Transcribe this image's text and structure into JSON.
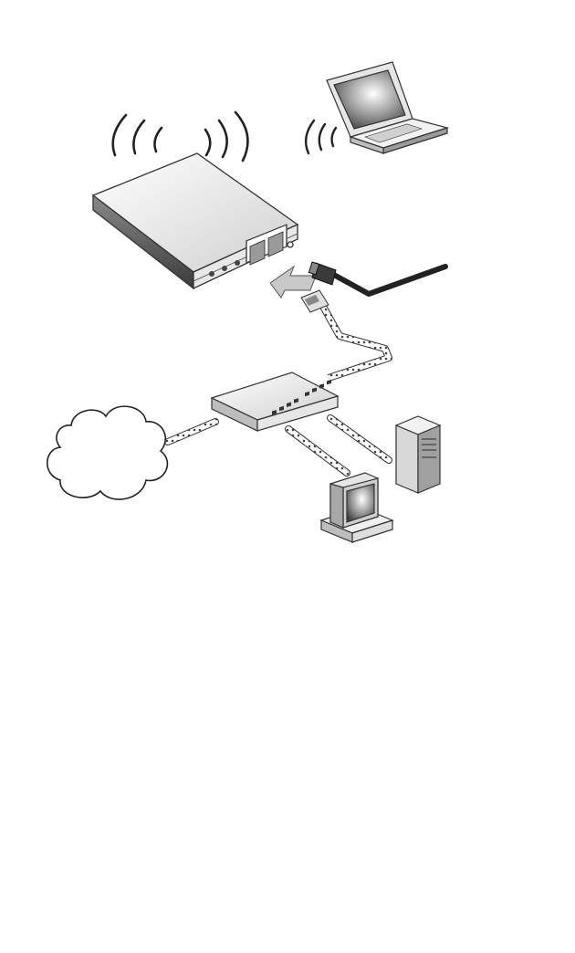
{
  "diagram": {
    "nodes": [
      {
        "id": "access-point",
        "icon": "wireless-access-point-icon"
      },
      {
        "id": "laptop",
        "icon": "laptop-icon"
      },
      {
        "id": "power-adapter",
        "icon": "power-adapter-icon"
      },
      {
        "id": "network-hub",
        "icon": "network-hub-icon"
      },
      {
        "id": "internet-cloud",
        "icon": "cloud-icon"
      },
      {
        "id": "desktop-pc",
        "icon": "desktop-computer-icon"
      },
      {
        "id": "tower-server",
        "icon": "tower-server-icon"
      }
    ],
    "links": [
      {
        "from": "network-hub",
        "to": "access-point",
        "kind": "ethernet-cable"
      },
      {
        "from": "network-hub",
        "to": "internet-cloud",
        "kind": "ethernet-cable"
      },
      {
        "from": "network-hub",
        "to": "desktop-pc",
        "kind": "ethernet-cable"
      },
      {
        "from": "network-hub",
        "to": "tower-server",
        "kind": "ethernet-cable"
      },
      {
        "from": "power-adapter",
        "to": "access-point",
        "kind": "power-cable"
      },
      {
        "from": "access-point",
        "to": "laptop",
        "kind": "wireless"
      }
    ],
    "colors": {
      "outline": "#333333",
      "light": "#f2f2f2",
      "mid": "#bdbdbd",
      "dark": "#555555"
    }
  }
}
